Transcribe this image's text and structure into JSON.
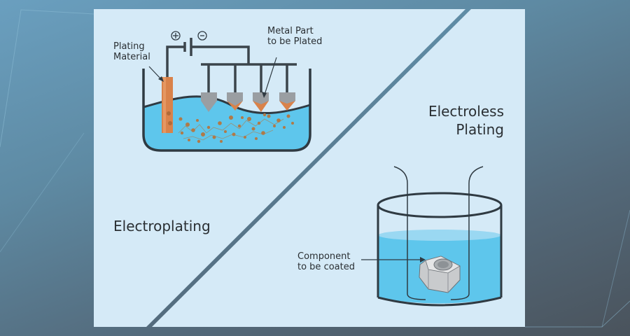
{
  "diagram": {
    "left_section": {
      "title": "Electroplating",
      "labels": {
        "plating_material": "Plating\nMaterial",
        "metal_part": "Metal Part\nto be Plated",
        "positive_terminal": "+",
        "negative_terminal": "−"
      }
    },
    "right_section": {
      "title": "Electroless\nPlating",
      "labels": {
        "component": "Component\nto be coated"
      }
    },
    "colors": {
      "panel": "#d5eaf7",
      "solution": "#5ec6ec",
      "solution_top": "#9ad8f2",
      "copper": "#d9824a",
      "metal_part": "#9a9ea2",
      "outline": "#2f3a42",
      "particles": "#b07a48"
    }
  }
}
